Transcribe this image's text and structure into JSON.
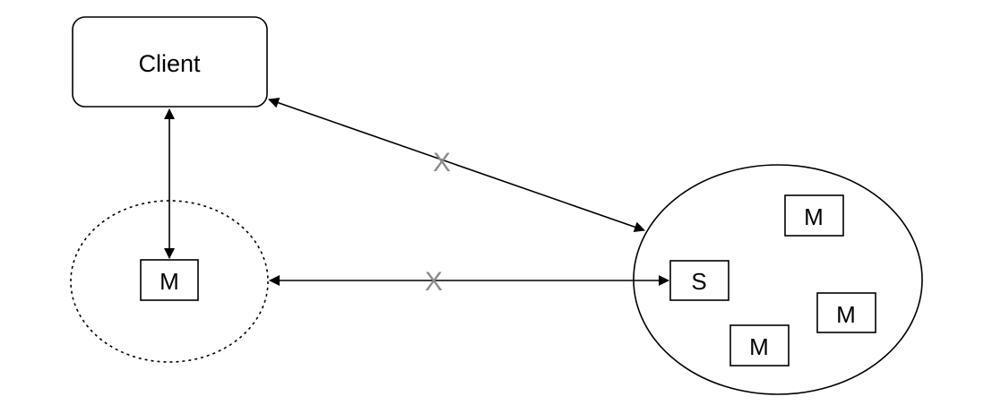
{
  "diagram": {
    "client": {
      "label": "Client"
    },
    "local_group": {
      "style": "dotted",
      "node": {
        "label": "M"
      }
    },
    "remote_group": {
      "style": "solid",
      "nodes": [
        {
          "id": "m1",
          "label": "M"
        },
        {
          "id": "s",
          "label": "S"
        },
        {
          "id": "m2",
          "label": "M"
        },
        {
          "id": "m3",
          "label": "M"
        }
      ]
    },
    "links": [
      {
        "id": "client-to-local-m",
        "from": "Client",
        "to": "M",
        "blocked": false
      },
      {
        "id": "client-to-remote-group",
        "from": "Client",
        "to": "remote group",
        "blocked": true,
        "mark": "X"
      },
      {
        "id": "local-group-to-s",
        "from": "local group",
        "to": "S",
        "blocked": true,
        "mark": "X"
      }
    ],
    "colors": {
      "line": "#000000",
      "cross_mark": "#8c8c8c",
      "background": "#ffffff"
    }
  }
}
